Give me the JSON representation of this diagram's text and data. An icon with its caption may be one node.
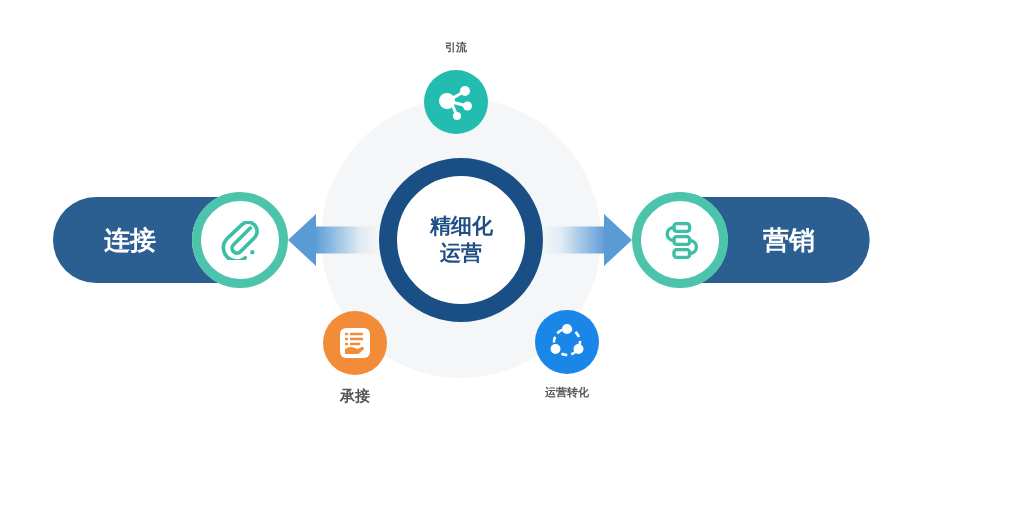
{
  "diagram": {
    "nodes": [
      {
        "text": [
          "引流"
        ]
      },
      {
        "text": [
          "连接"
        ]
      },
      {
        "text": [],
        "shape": "circle"
      },
      {
        "text": [
          "精细化运营"
        ]
      },
      {
        "text": [],
        "shape": "circle"
      },
      {
        "text": [
          "营销"
        ]
      },
      {
        "text": [
          "承接"
        ]
      },
      {
        "text": [
          "运营转化"
        ]
      }
    ],
    "edges": [
      {
        "from": 3,
        "to": 2,
        "arrow": "to"
      },
      {
        "from": 3,
        "to": 4,
        "arrow": "to"
      }
    ]
  }
}
